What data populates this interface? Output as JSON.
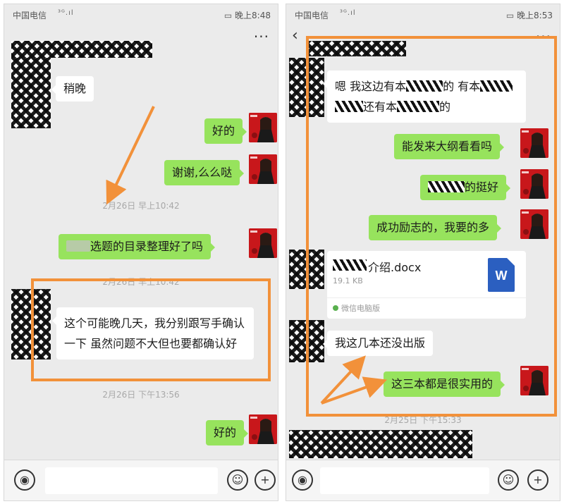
{
  "left_screen": {
    "status": {
      "carrier": "中国电信",
      "signal": "³ᴳ.ıl",
      "time": "晚上8:48"
    },
    "header": {
      "more_label": "···"
    },
    "messages": {
      "m1": "稍晚",
      "m2": "好的",
      "m3": "谢谢,么么哒",
      "ts1": "2月26日 早上10:42",
      "m4": "选题的目录整理好了吗",
      "ts2": "2月26日 早上10:42",
      "m5": "这个可能晚几天，我分别跟写手确认一下 虽然问题不大但也要都确认好",
      "ts3": "2月26日 下午13:56",
      "m6": "好的"
    }
  },
  "right_screen": {
    "status": {
      "carrier": "中国电信",
      "signal": "³ᴳ.ıl",
      "time": "晚上8:53"
    },
    "header": {
      "back_label": "‹",
      "more_label": "···"
    },
    "messages": {
      "m1_part1": "嗯 我这边有本",
      "m1_part2": "的 有本",
      "m1_part3": "还有本",
      "m1_part4": "的",
      "m2": "能发来大纲看看吗",
      "m3": "的挺好",
      "m4": "成功励志的，我要的多",
      "file_name": "介绍.docx",
      "file_size": "19.1 KB",
      "file_source": "微信电脑版",
      "file_icon_letter": "W",
      "m5": "我这几本还没出版",
      "m6": "这三本都是很实用的",
      "ts1": "2月25日 下午15:33"
    }
  },
  "input_bar": {
    "voice_icon": "voice-icon",
    "emoji_icon": "emoji-icon",
    "add_icon": "plus-icon"
  },
  "colors": {
    "chat_background": "#ebebeb",
    "outgoing_bubble": "#97e35d",
    "incoming_bubble": "#ffffff",
    "annotation_orange": "#f2913a",
    "avatar_red": "#c8171b"
  }
}
